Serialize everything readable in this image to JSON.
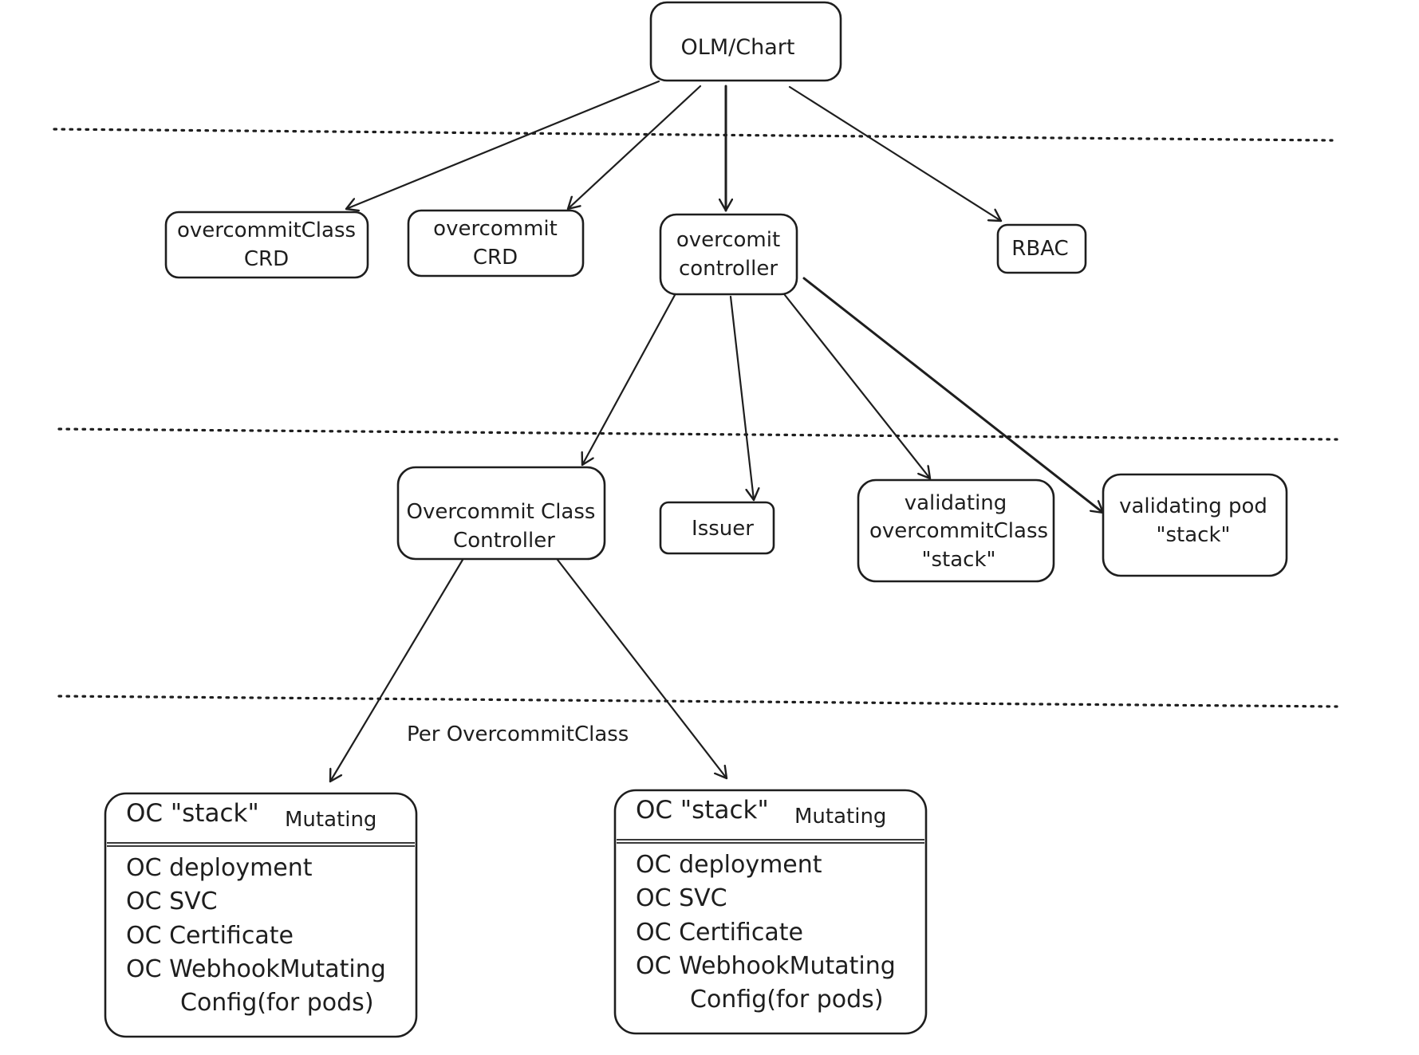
{
  "nodes": {
    "olm_chart": {
      "label": "OLM/Chart"
    },
    "overcommitclass_crd": {
      "line1": "overcommitClass",
      "line2": "CRD"
    },
    "overcommit_crd": {
      "line1": "overcommit",
      "line2": "CRD"
    },
    "overcomit_controller": {
      "line1": "overcomit",
      "line2": "controller"
    },
    "rbac": {
      "label": "RBAC"
    },
    "overcommit_class_controller": {
      "line1": "Overcommit Class",
      "line2": "Controller"
    },
    "issuer": {
      "label": "Issuer"
    },
    "validating_overcommitclass": {
      "line1": "validating",
      "line2": "overcommitClass",
      "line3": "\"stack\""
    },
    "validating_pod": {
      "line1": "validating pod",
      "line2": "\"stack\""
    }
  },
  "annotation": {
    "per_overcommitclass": "Per OvercommitClass"
  },
  "stacks": [
    {
      "header_prefix": "OC \"stack\"",
      "header_suffix": "Mutating",
      "items": [
        "OC deployment",
        "OC SVC",
        "OC Certificate",
        "OC WebhookMutating",
        "Config(for pods)"
      ]
    },
    {
      "header_prefix": "OC \"stack\"",
      "header_suffix": "Mutating",
      "items": [
        "OC deployment",
        "OC SVC",
        "OC Certificate",
        "OC WebhookMutating",
        "Config(for pods)"
      ]
    }
  ],
  "colors": {
    "stroke": "#1e1e1e",
    "background": "#ffffff"
  }
}
